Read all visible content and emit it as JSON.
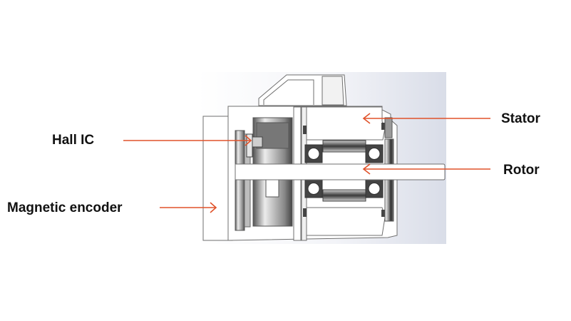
{
  "diagram": {
    "type": "annotated cross-section",
    "subject": "motor cross-section",
    "arrow_color": "#E0522A",
    "background_gradient": [
      "#ffffff",
      "#dde0ea"
    ],
    "labels": [
      {
        "id": "stator",
        "text": "Stator"
      },
      {
        "id": "rotor",
        "text": "Rotor"
      },
      {
        "id": "hall_ic",
        "text": "Hall IC"
      },
      {
        "id": "magnetic_encoder",
        "text": "Magnetic encoder"
      }
    ]
  }
}
